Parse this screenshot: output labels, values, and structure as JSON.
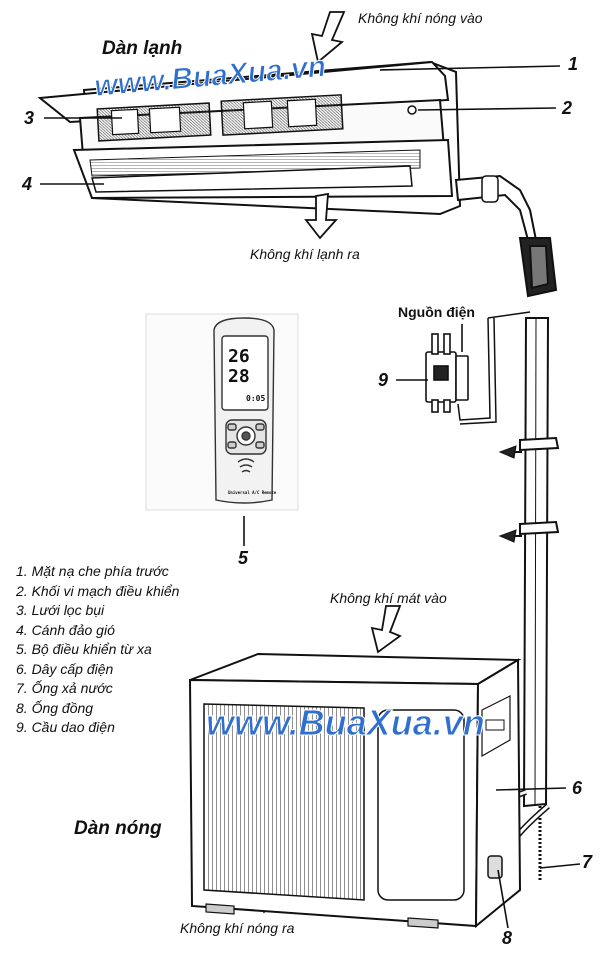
{
  "air": {
    "hot_in": "Không khí nóng vào",
    "cold_out": "Không khí lạnh ra",
    "cool_in": "Không khí mát vào",
    "hot_out": "Không khí nóng ra"
  },
  "units": {
    "indoor": "Dàn lạnh",
    "outdoor": "Dàn nóng"
  },
  "power_source": "Nguồn điện",
  "watermark": {
    "top": "www.BuaXua.vn",
    "bottom": "www.BuaXua.vn"
  },
  "callouts": [
    "1",
    "2",
    "3",
    "4",
    "5",
    "6",
    "7",
    "8",
    "9"
  ],
  "legend": [
    "1. Mặt nạ che phía trước",
    "2. Khối vi mạch điều khiển",
    "3. Lưới lọc bụi",
    "4. Cánh đảo gió",
    "5. Bộ điều khiển từ xa",
    "6. Dây cấp điện",
    "7. Ống xả nước",
    "8. Ống đồng",
    "9. Cầu dao điện"
  ],
  "remote": {
    "temp_1": "26",
    "temp_2": "28",
    "small_reading": "0:05",
    "brand": "Universal A/C Remote"
  },
  "colors": {
    "watermark": "#2f6fd0",
    "line": "#111111"
  }
}
